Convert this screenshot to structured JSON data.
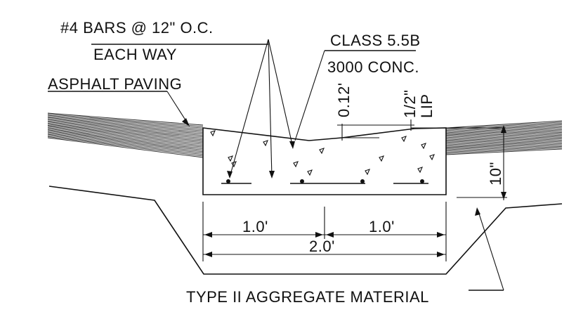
{
  "labels": {
    "bars_line1": "#4 BARS @ 12\" O.C.",
    "bars_line2": "EACH WAY",
    "concrete_line1": "CLASS 5.5B",
    "concrete_line2": "3000 CONC.",
    "asphalt": "ASPHALT PAVING",
    "cross_slope": "0.12'",
    "lip_value": "1/2\"",
    "lip_label": "LIP",
    "thickness": "10\"",
    "half_width_left": "1.0'",
    "half_width_right": "1.0'",
    "total_width": "2.0'",
    "aggregate": "TYPE II AGGREGATE MATERIAL"
  },
  "colors": {
    "ink": "#111111",
    "background": "#ffffff"
  }
}
